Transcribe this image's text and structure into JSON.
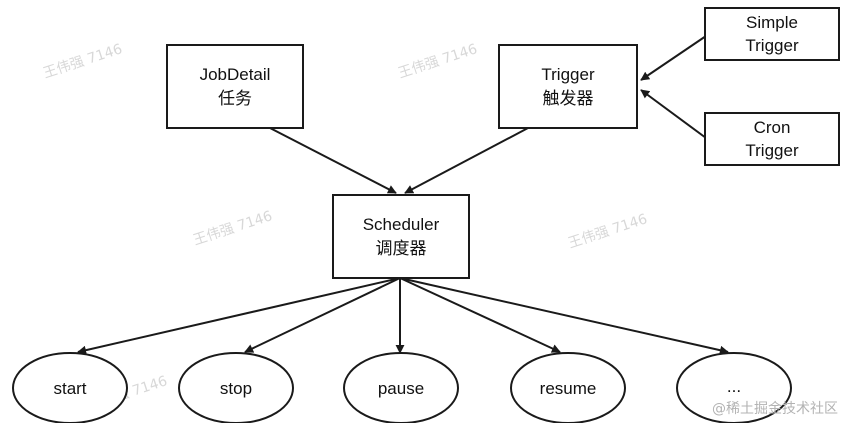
{
  "nodes": {
    "jobdetail": {
      "line1": "JobDetail",
      "line2": "任务"
    },
    "trigger": {
      "line1": "Trigger",
      "line2": "触发器"
    },
    "simple_trigger": {
      "line1": "Simple",
      "line2": "Trigger"
    },
    "cron_trigger": {
      "line1": "Cron",
      "line2": "Trigger"
    },
    "scheduler": {
      "line1": "Scheduler",
      "line2": "调度器"
    }
  },
  "actions": [
    "start",
    "stop",
    "pause",
    "resume",
    "..."
  ],
  "watermark_text": "王伟强 7146",
  "credit": "@稀土掘金技术社区",
  "colors": {
    "stroke": "#1a1a1a",
    "fill": "#ffffff",
    "watermark": "#d8d8d8"
  }
}
